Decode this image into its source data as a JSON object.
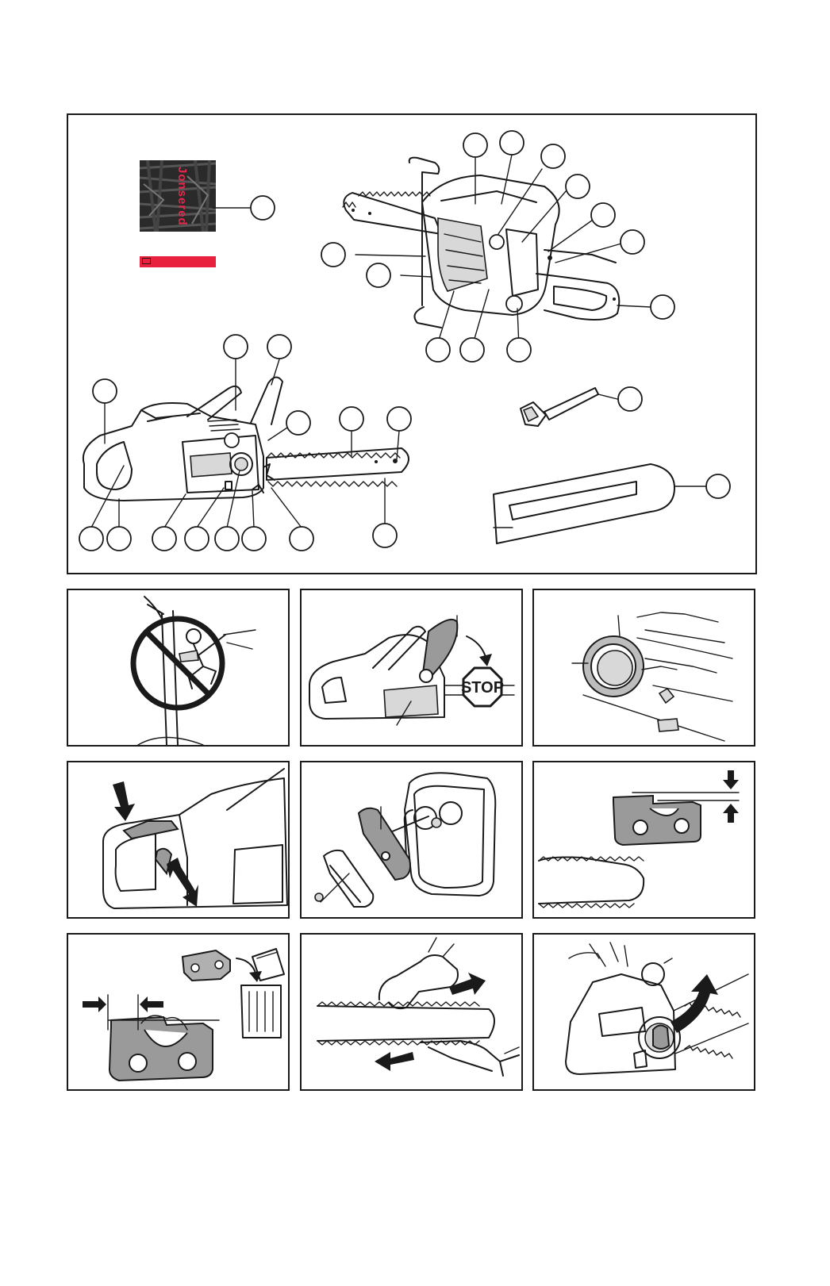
{
  "overview": {
    "brand_tile": {
      "wordmark": "Jonsered",
      "icon_name": "brand-logo-tile",
      "accent_color": "#e8274b"
    },
    "brand_strip": {
      "icon_name": "red-brand-strip",
      "color": "#e8213f"
    },
    "part_callout_count": 28
  },
  "panels": [
    {
      "icon_name": "no-one-handed-tree-climbing-prohibition-symbol"
    },
    {
      "icon_name": "chain-brake-stop",
      "sign_text": "STOP"
    },
    {
      "icon_name": "chain-catcher-inspection"
    },
    {
      "icon_name": "throttle-lockout-and-trigger"
    },
    {
      "icon_name": "muffler-spark-arrestor-disassembly"
    },
    {
      "icon_name": "depth-gauge-check"
    },
    {
      "icon_name": "worn-cutter-discard"
    },
    {
      "icon_name": "bar-and-chain-handling-with-gloves"
    },
    {
      "icon_name": "chain-tensioner-knob"
    }
  ],
  "colors": {
    "line": "#1a1a1a",
    "part_grey": "#9a9a9a",
    "background": "#ffffff"
  }
}
